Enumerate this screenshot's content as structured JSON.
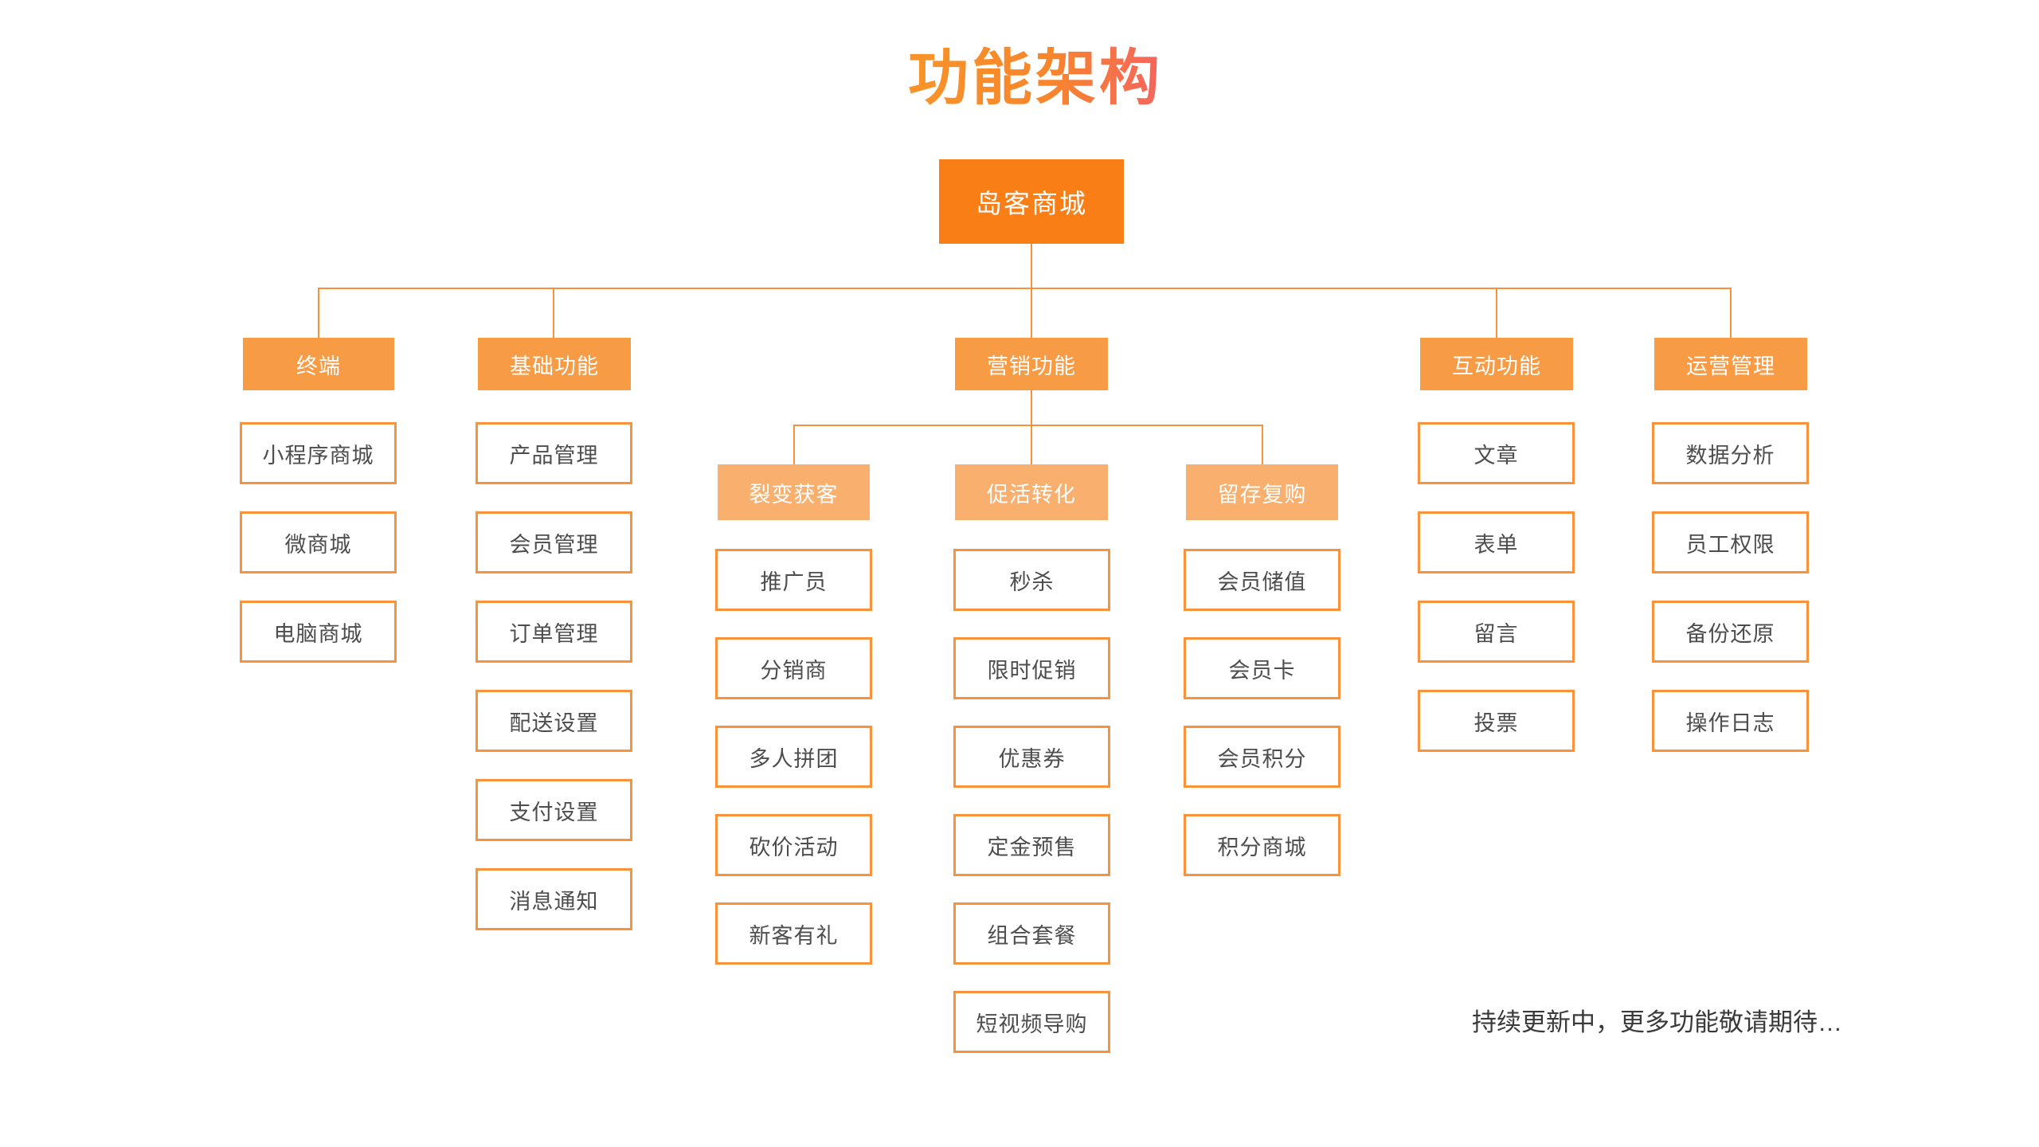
{
  "title": "功能架构",
  "root": {
    "label": "岛客商城"
  },
  "branches": [
    {
      "label": "终端",
      "children": [
        "小程序商城",
        "微商城",
        "电脑商城"
      ]
    },
    {
      "label": "基础功能",
      "children": [
        "产品管理",
        "会员管理",
        "订单管理",
        "配送设置",
        "支付设置",
        "消息通知"
      ]
    },
    {
      "label": "营销功能",
      "subgroups": [
        {
          "label": "裂变获客",
          "children": [
            "推广员",
            "分销商",
            "多人拼团",
            "砍价活动",
            "新客有礼"
          ]
        },
        {
          "label": "促活转化",
          "children": [
            "秒杀",
            "限时促销",
            "优惠券",
            "定金预售",
            "组合套餐",
            "短视频导购"
          ]
        },
        {
          "label": "留存复购",
          "children": [
            "会员储值",
            "会员卡",
            "会员积分",
            "积分商城"
          ]
        }
      ]
    },
    {
      "label": "互动功能",
      "children": [
        "文章",
        "表单",
        "留言",
        "投票"
      ]
    },
    {
      "label": "运营管理",
      "children": [
        "数据分析",
        "员工权限",
        "备份还原",
        "操作日志"
      ]
    }
  ],
  "footer_note": "持续更新中，更多功能敬请期待…",
  "colors": {
    "root_fill": "#F97E16",
    "branch_fill": "#F89B45",
    "subgroup_fill": "#F9AF6E",
    "leaf_border": "#F8923B",
    "connector_line": "#F8913C",
    "leaf_text": "#4D4D4D",
    "title_gradient_start": "#F8942A",
    "title_gradient_end": "#F4645E",
    "footer_text": "#3A3A3A"
  }
}
